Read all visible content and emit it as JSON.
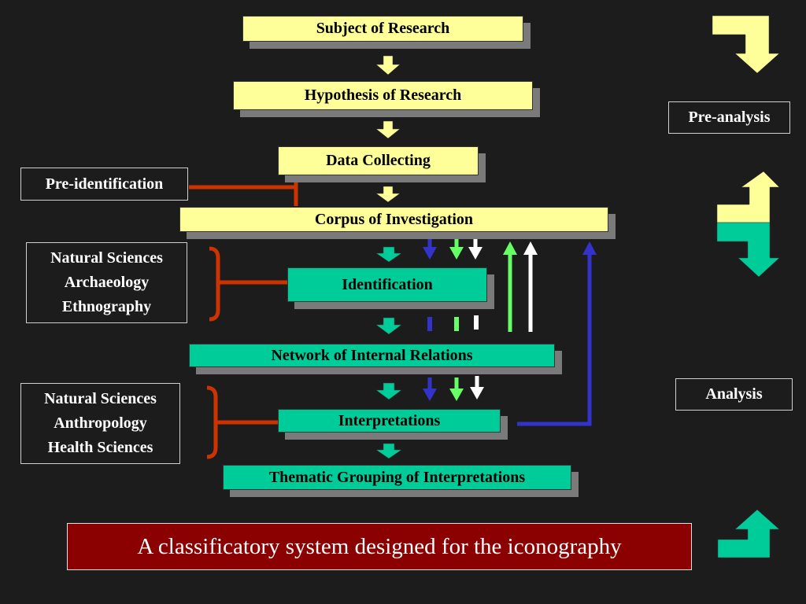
{
  "flow": {
    "subject": "Subject of Research",
    "hypothesis": "Hypothesis of Research",
    "data_collecting": "Data Collecting",
    "corpus": "Corpus of Investigation",
    "identification": "Identification",
    "network": "Network of Internal Relations",
    "interpretations": "Interpretations",
    "thematic": "Thematic Grouping of Interpretations"
  },
  "side_labels": {
    "pre_identification": "Pre-identification",
    "group1": [
      "Natural Sciences",
      "Archaeology",
      "Ethnography"
    ],
    "group2": [
      "Natural Sciences",
      "Anthropology",
      "Health Sciences"
    ],
    "pre_analysis": "Pre-analysis",
    "analysis": "Analysis"
  },
  "footer": "A classificatory system designed for the iconography",
  "colors": {
    "yellow_box": "#ffff99",
    "green_box": "#00cc99",
    "bracket": "#cc3300",
    "blue_arrow": "#3333cc",
    "light_green_arrow": "#66ff66",
    "white_arrow": "#ffffff",
    "footer_bg": "#8b0000"
  }
}
